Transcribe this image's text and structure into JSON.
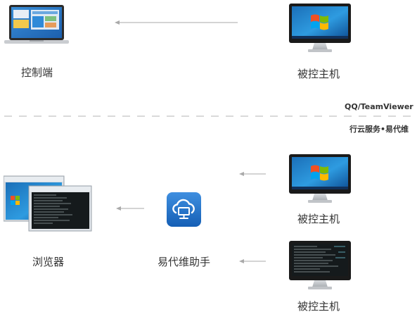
{
  "labels": {
    "controller": "控制端",
    "controlled_top": "被控主机",
    "section_top": "QQ/TeamViewer",
    "section_bottom": "行云服务•易代维",
    "browser": "浏览器",
    "assistant": "易代维助手",
    "controlled_mid": "被控主机",
    "controlled_bottom": "被控主机"
  },
  "colors": {
    "arrow": "#aaaaaa",
    "dash": "#b5b5b5",
    "win_blue": "#1a78c8",
    "app_icon": "#1f6fc9",
    "terminal_bg": "#151a1c",
    "terminal_text": "#9aa6a9"
  },
  "icons": {
    "laptop": "laptop-icon",
    "monitor_windows": "monitor-windows-icon",
    "monitor_terminal": "monitor-terminal-icon",
    "browser_windows": "browser-windows-icon",
    "assistant_app": "cloud-monitor-app-icon"
  }
}
